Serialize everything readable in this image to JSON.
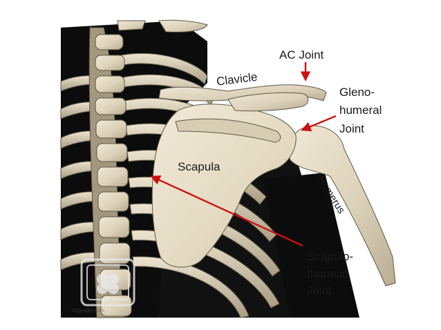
{
  "labels": {
    "clavicle": "Clavicle",
    "ac_joint": "AC Joint",
    "glenohumeral": [
      "Gleno-",
      "humeral",
      "Joint"
    ],
    "scapula": "Scapula",
    "humerus": "Humerus",
    "scapulothoracic": [
      "Scapulo-",
      "thoracic",
      "Joint"
    ]
  },
  "watermark": "Copyright 2006",
  "colors": {
    "bone_fill": "#e2d8c2",
    "bone_shadow": "#a89c82",
    "bone_outline": "#5e5646",
    "background_dark": "#0c0c0c",
    "arrow": "#cc1111",
    "label_text": "#1a1a1a"
  },
  "icons": {
    "watermark_logo": "bone-logo-icon"
  }
}
